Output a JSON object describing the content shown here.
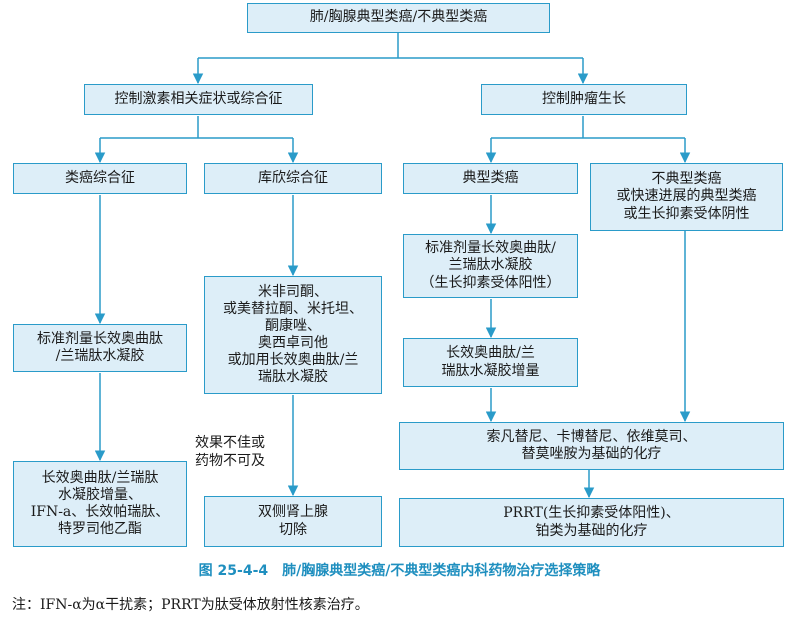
{
  "nodes": {
    "root": "肺/胸腺典型类癌/不典型类癌",
    "control_hormone": "控制激素相关症状或综合征",
    "control_tumor": "控制肿瘤生长",
    "carcinoid_syndrome": "类癌综合征",
    "cushing_syndrome": "库欣综合征",
    "typical_carcinoid": "典型类癌",
    "atypical_carcinoid": "不典型类癌\n或快速进展的典型类癌\n或生长抑素受体阴性",
    "standard_dose_ssa_left": "标准剂量长效奥曲肽\n/兰瑞肽水凝胶",
    "cushing_drugs": "米非司酮、\n或美替拉酮、米托坦、\n酮康唑、\n奥西卓司他\n或加用长效奥曲肽/兰\n瑞肽水凝胶",
    "standard_dose_ssa_right": "标准剂量长效奥曲肽/\n兰瑞肽水凝胶\n（生长抑素受体阳性）",
    "increase_dose_left": "长效奥曲肽/兰瑞肽\n水凝胶增量、\nIFN-a、长效帕瑞肽、\n特罗司他乙酯",
    "ineffective_label": "效果不佳或\n药物不可及",
    "adrenalectomy": "双侧肾上腺\n切除",
    "increase_dose_right": "长效奥曲肽/兰\n瑞肽水凝胶增量",
    "targeted_therapy": "索凡替尼、卡博替尼、依维莫司、\n替莫唑胺为基础的化疗",
    "prrt": "PRRT(生长抑素受体阳性)、\n铂类为基础的化疗"
  },
  "caption": "图 25-4-4　肺/胸腺典型类癌/不典型类癌内科药物治疗选择策略",
  "note": "注：IFN-α为α干扰素；PRRT为肽受体放射性核素治疗。",
  "colors": {
    "box_fill": "#ddeef8",
    "box_border": "#2a9bc9",
    "line": "#2a9bc9",
    "caption": "#1f8fbf"
  }
}
